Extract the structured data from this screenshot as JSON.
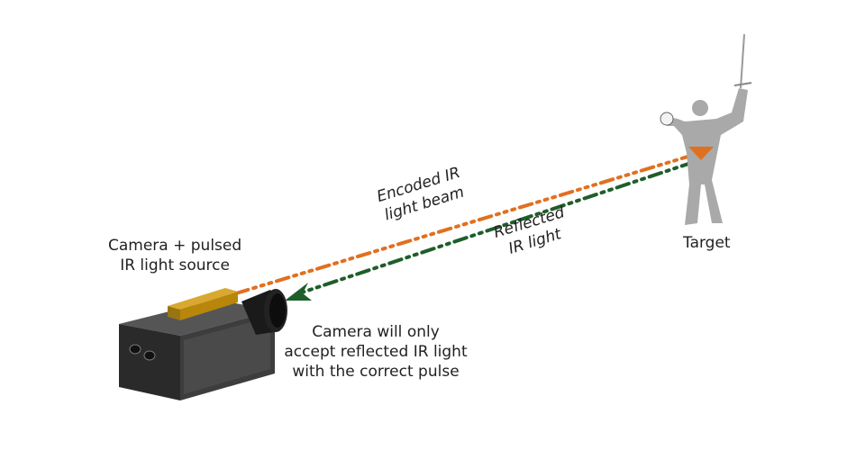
{
  "labels": {
    "camera": [
      "Camera + pulsed",
      "IR light source"
    ],
    "encoded": [
      "Encoded IR",
      "light beam"
    ],
    "reflected": [
      "Reflected",
      "IR light"
    ],
    "target": "Target",
    "note": [
      "Camera will only",
      "accept reflected IR light",
      "with the correct pulse"
    ]
  },
  "colors": {
    "emitted": "#e07020",
    "reflected": "#1e5e2a",
    "target": "#a9a9a9",
    "sensor": "#b8860b"
  }
}
